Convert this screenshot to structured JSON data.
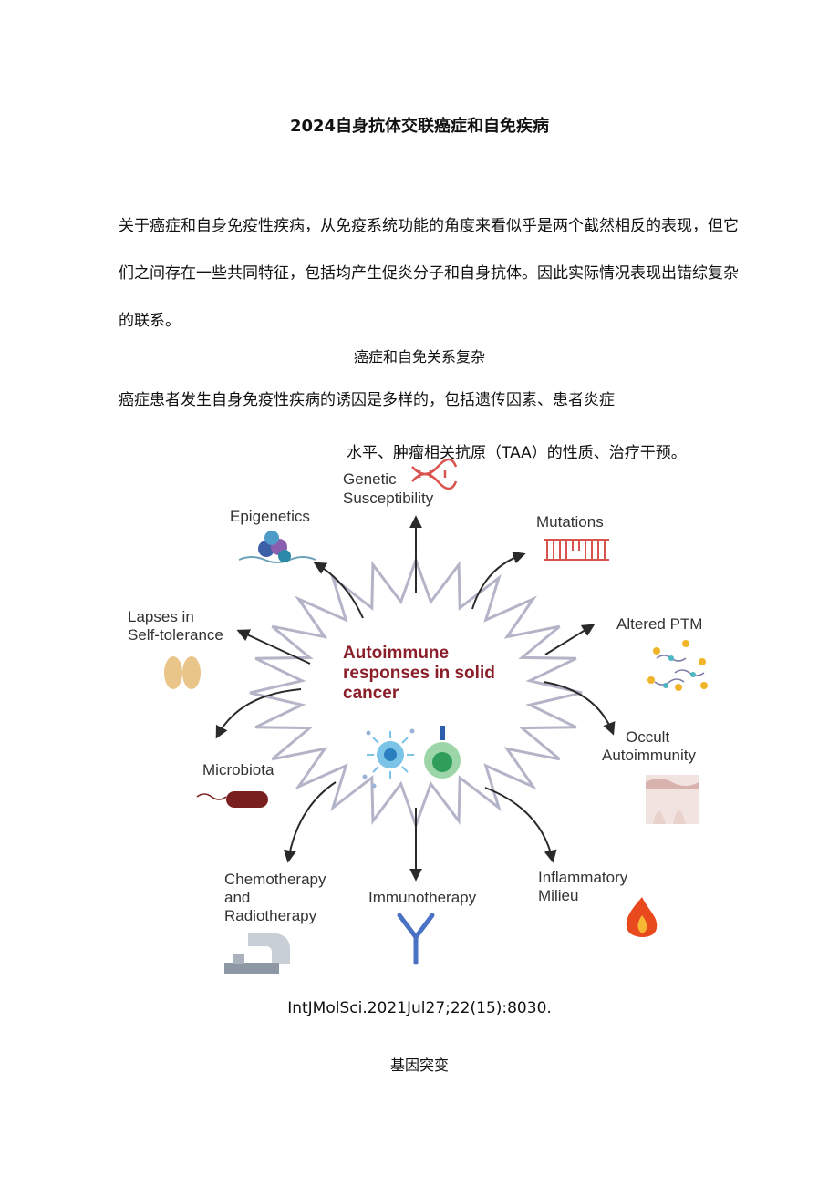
{
  "title": "2024自身抗体交联癌症和自免疾病",
  "intro": "关于癌症和自身免疫性疾病，从免疫系统功能的角度来看似乎是两个截然相反的表现，但它们之间存在一些共同特征，包括均产生促炎分子和自身抗体。因此实际情况表现出错综复杂的联系。",
  "subheading": "癌症和自免关系复杂",
  "causes_line1": "癌症患者发生自身免疫性疾病的诱因是多样的，包括遗传因素、患者炎症",
  "causes_line2": "水平、肿瘤相关抗原（TAA）的性质、治疗干预。",
  "diagram": {
    "center": [
      "Autoimmune",
      "responses in solid",
      "cancer"
    ],
    "labels": {
      "genetic_1": "Genetic",
      "genetic_2": "Susceptibility",
      "epigenetics": "Epigenetics",
      "mutations": "Mutations",
      "lapses_1": "Lapses in",
      "lapses_2": "Self-tolerance",
      "altered_ptm": "Altered PTM",
      "occult_1": "Occult",
      "occult_2": "Autoimmunity",
      "microbiota": "Microbiota",
      "chemo_1": "Chemotherapy",
      "chemo_2": "and",
      "chemo_3": "Radiotherapy",
      "immunotherapy": "Immunotherapy",
      "inflam_1": "Inflammatory",
      "inflam_2": "Milieu"
    },
    "colors": {
      "center_text": "#8a1f2a",
      "star_stroke": "#b4b4c8",
      "dna": "#d9534f",
      "flame": "#e8491d",
      "antibody": "#4a72c4",
      "microbe": "#7a1f1f"
    }
  },
  "citation": "IntJMolSci.2021Jul27;22(15):8030.",
  "section_heading": "基因突变"
}
